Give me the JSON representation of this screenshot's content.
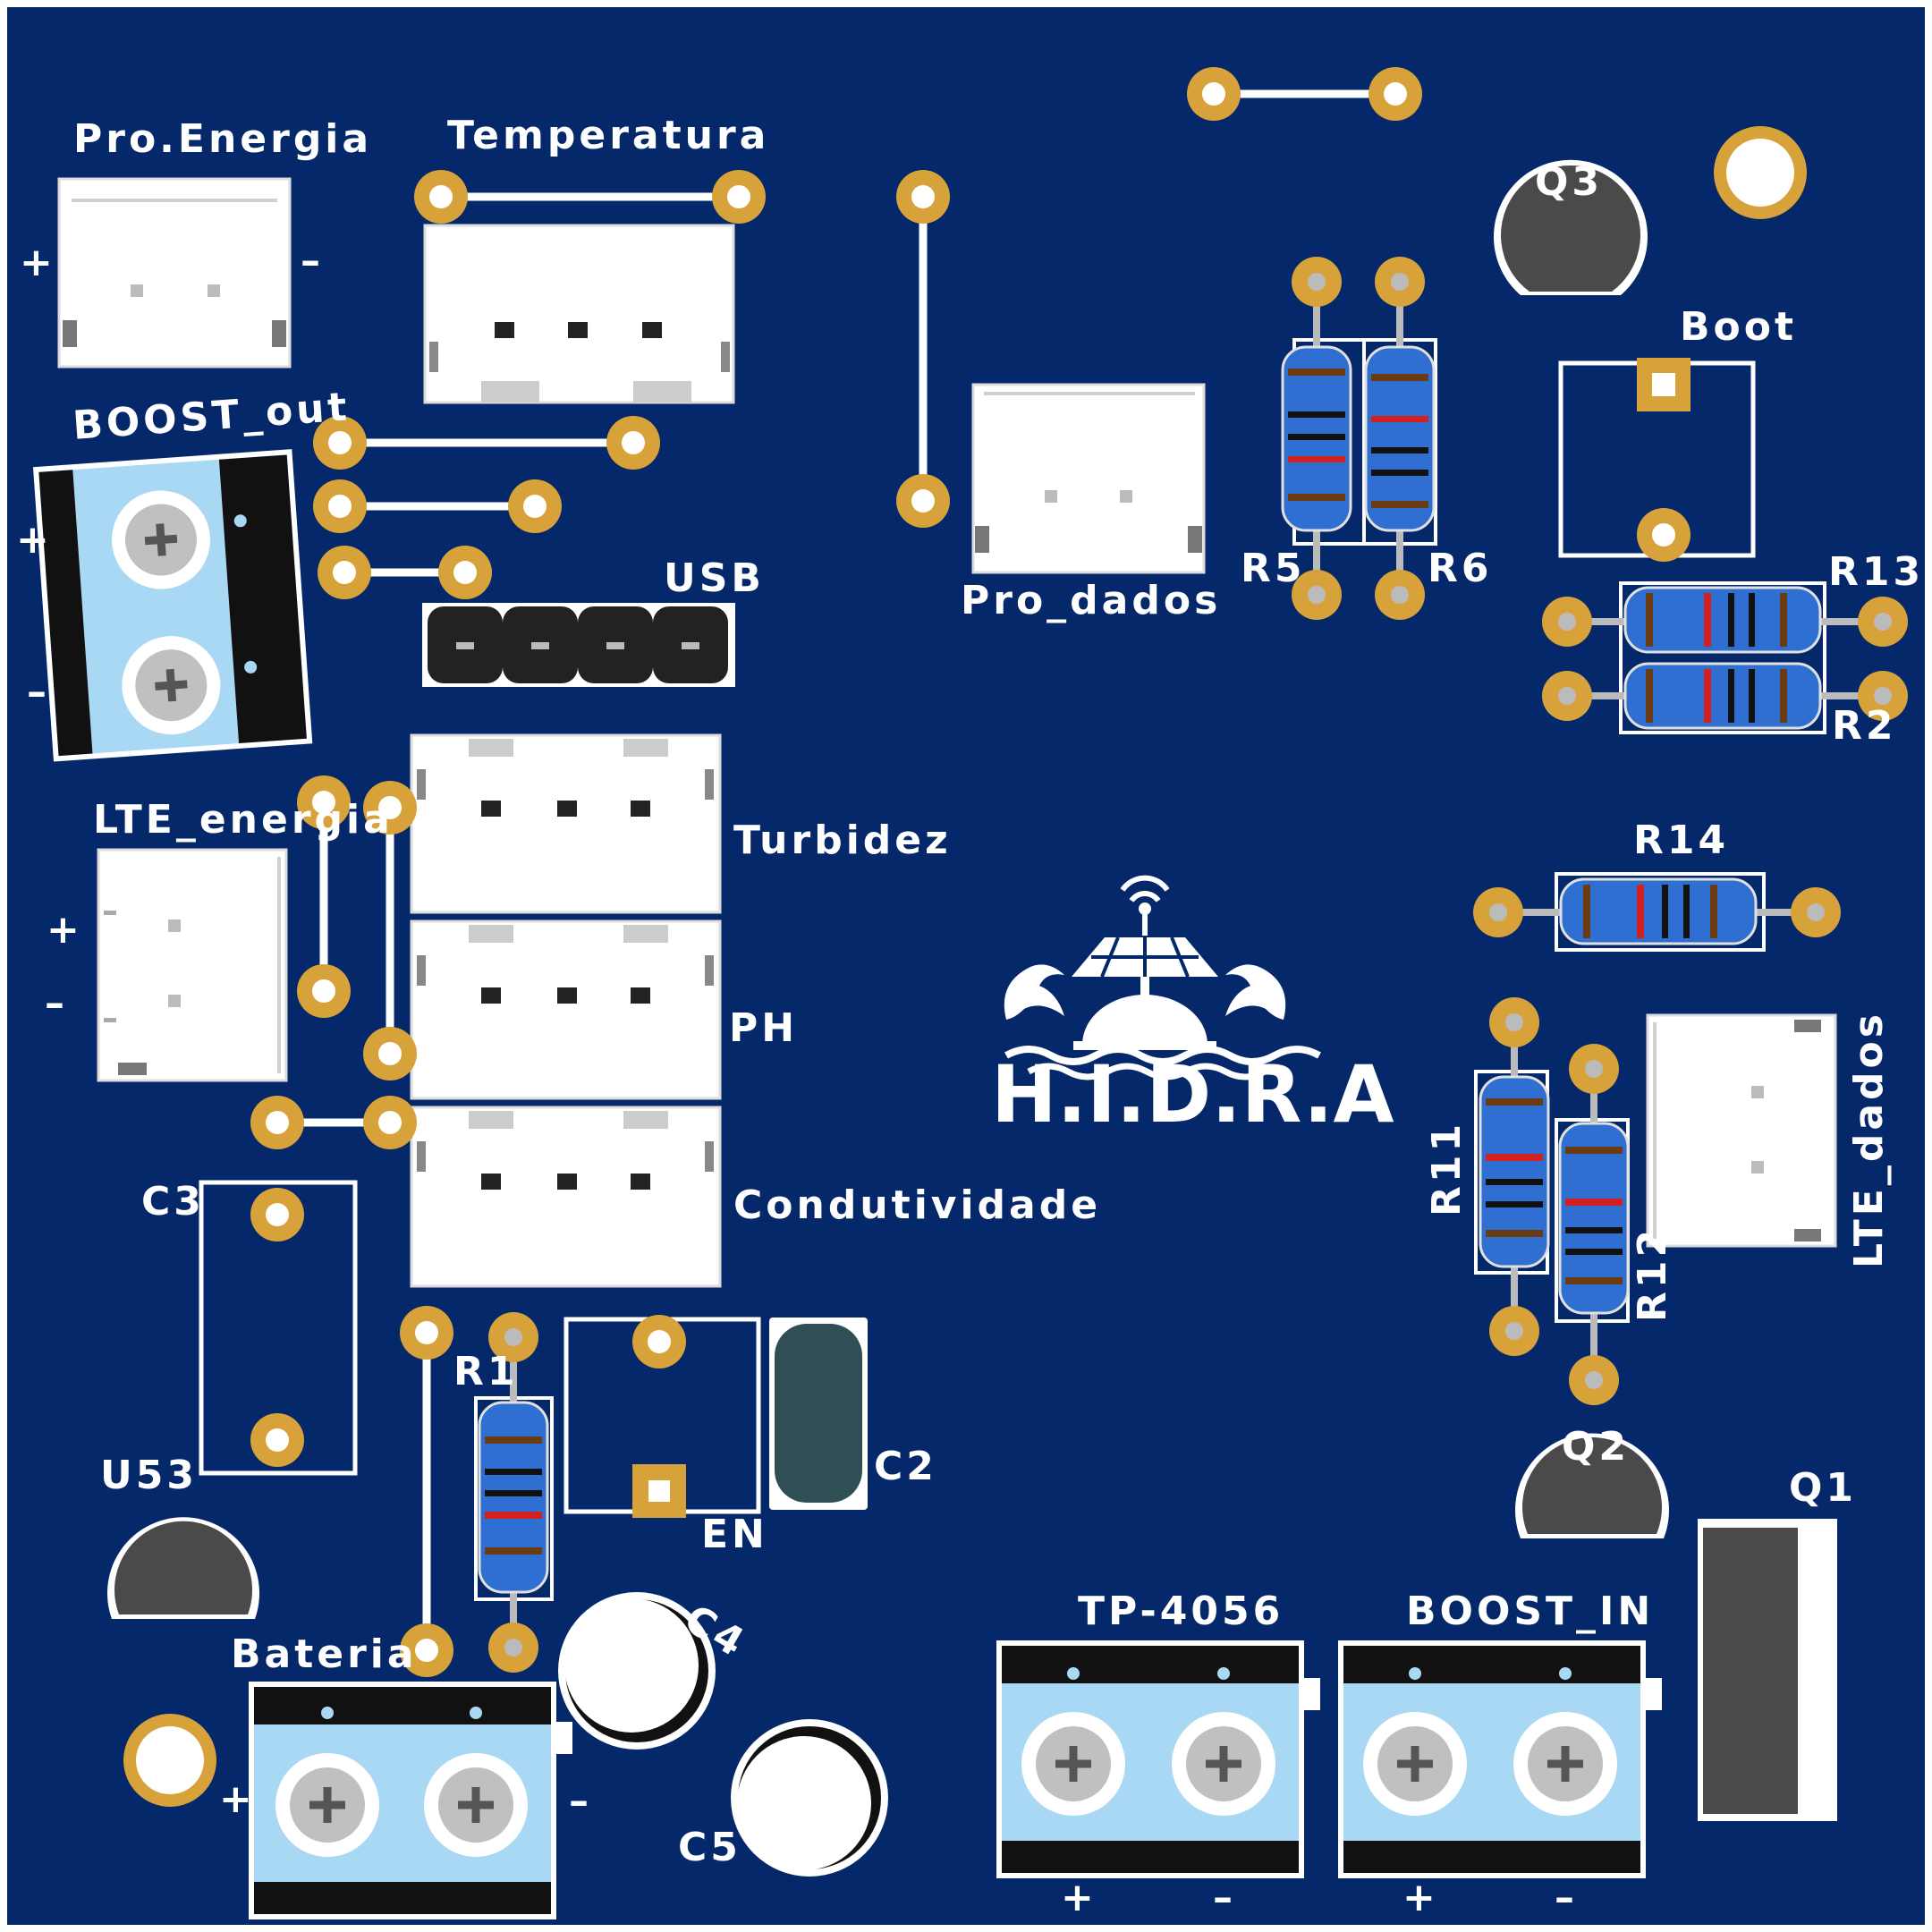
{
  "colors": {
    "board": "#04286a",
    "soldermask": "#062b78",
    "pad_gold": "#d8a23a",
    "silkscreen": "#ffffff",
    "resistor_body": "#2f6fd1",
    "terminal_block": "#a9d8f5",
    "transistor": "#4a4a4a",
    "capacitor_film": "#2f4f55"
  },
  "labels": {
    "pro_energia": "Pro.Energia",
    "temperatura": "Temperatura",
    "boost_out": "BOOST_out",
    "usb": "USB",
    "pro_dados": "Pro_dados",
    "r5": "R5",
    "r6": "R6",
    "q3": "Q3",
    "boot": "Boot",
    "r13": "R13",
    "r2": "R2",
    "lte_energia": "LTE_energia",
    "turbidez": "Turbidez",
    "ph": "PH",
    "condutividade": "Condutividade",
    "r14": "R14",
    "r11": "R11",
    "r12": "R12",
    "lte_dados": "LTE_dados",
    "c3": "C3",
    "r1": "R1",
    "c2": "C2",
    "en": "EN",
    "u53": "U53",
    "c4": "C4",
    "c5": "C5",
    "bateria": "Bateria",
    "q2": "Q2",
    "q1": "Q1",
    "tp4056": "TP-4056",
    "boost_in": "BOOST_IN"
  },
  "polarity": {
    "plus": "+",
    "minus": "–"
  },
  "logo": {
    "name": "H.I.D.R.A"
  }
}
